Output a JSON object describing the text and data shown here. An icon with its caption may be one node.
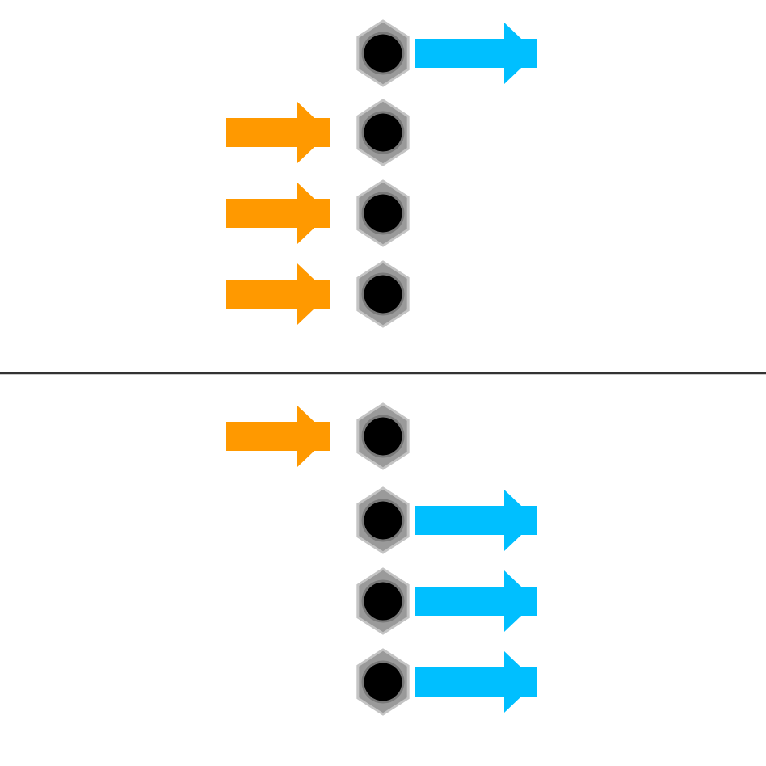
{
  "diagram": {
    "nodes": [
      {
        "text": [],
        "shape": "hexagon"
      },
      {
        "text": [],
        "shape": "hexagon"
      },
      {
        "text": [],
        "shape": "hexagon"
      },
      {
        "text": [],
        "shape": "hexagon"
      },
      {
        "text": [],
        "shape": "hexagon"
      },
      {
        "text": [],
        "shape": "hexagon"
      },
      {
        "text": [],
        "shape": "hexagon"
      },
      {
        "text": [],
        "shape": "hexagon"
      }
    ],
    "edges": [
      {
        "from": 0,
        "to": null,
        "arrow": "to",
        "color": "#00bfff"
      },
      {
        "from": null,
        "to": 1,
        "arrow": "to",
        "color": "#ff9900"
      },
      {
        "from": null,
        "to": 2,
        "arrow": "to",
        "color": "#ff9900"
      },
      {
        "from": null,
        "to": 3,
        "arrow": "to",
        "color": "#ff9900"
      },
      {
        "from": null,
        "to": 4,
        "arrow": "to",
        "color": "#ff9900"
      },
      {
        "from": 5,
        "to": null,
        "arrow": "to",
        "color": "#00bfff"
      },
      {
        "from": 6,
        "to": null,
        "arrow": "to",
        "color": "#00bfff"
      },
      {
        "from": 7,
        "to": null,
        "arrow": "to",
        "color": "#00bfff"
      }
    ]
  }
}
